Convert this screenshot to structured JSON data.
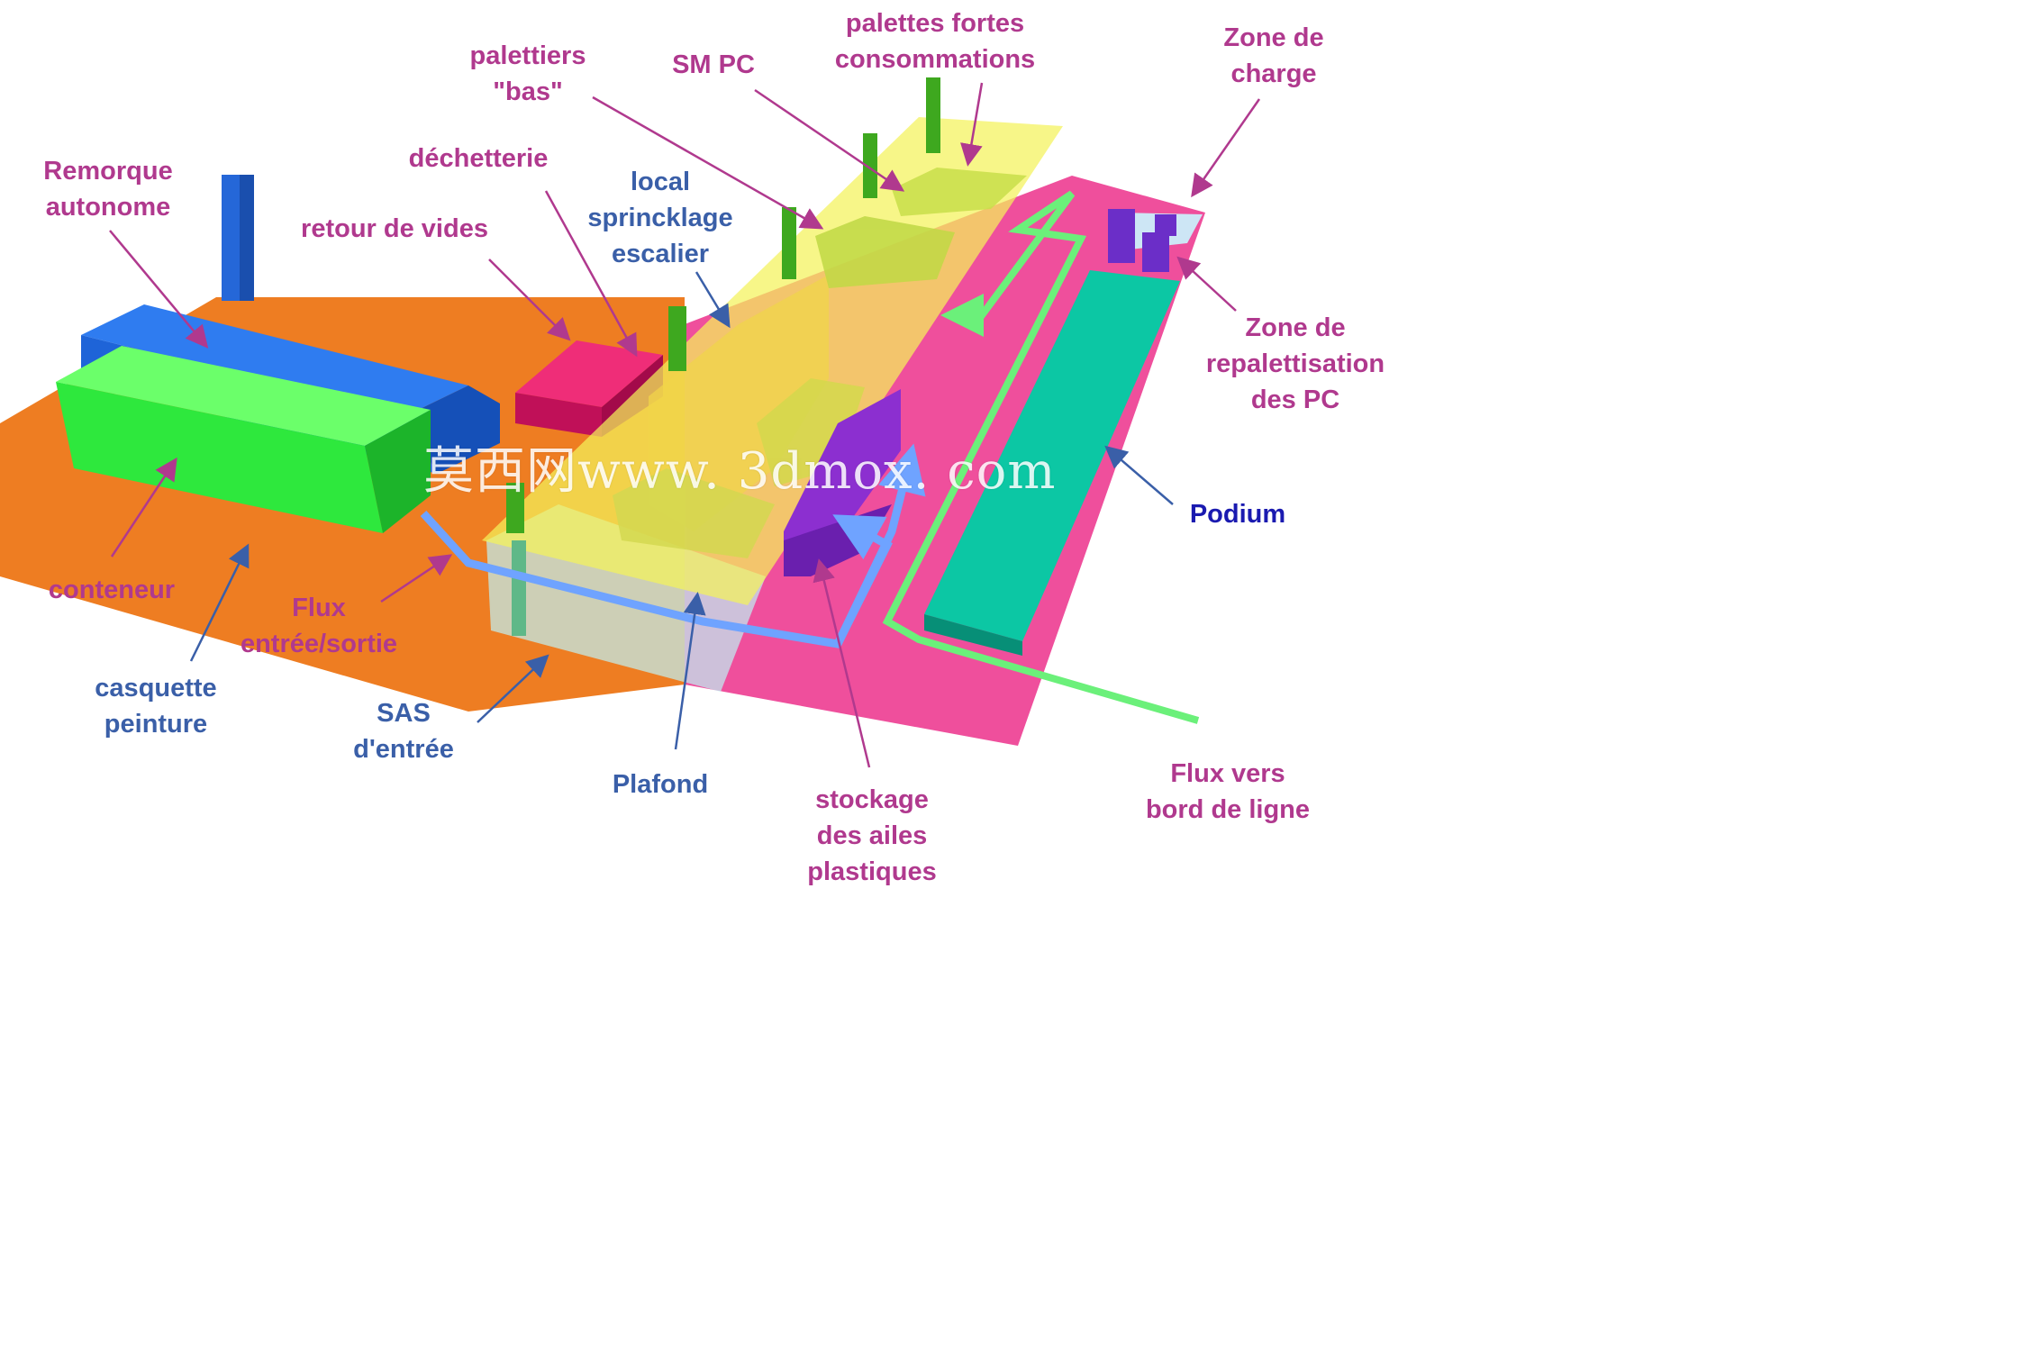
{
  "colors": {
    "magenta_label": "#b0398e",
    "blue_label": "#3a5fa8",
    "podium_label": "#1a1ab0",
    "orange_floor": "#ee7d22",
    "pink_floor": "#ef4f9c",
    "teal_podium": "#0cb79a",
    "green_container": "#2ee83d",
    "blue_casquette": "#1e64d8",
    "crimson_box": "#d81464",
    "yellow_ceiling": "#f4f25a",
    "purple_storage": "#8c2fd0",
    "green_flow": "#6bf07a",
    "blue_flow": "#6fa3ff"
  },
  "labels": {
    "palettes_fortes": {
      "lines": [
        "palettes fortes",
        "consommations"
      ],
      "color": "magenta"
    },
    "zone_charge": {
      "lines": [
        "Zone de",
        "charge"
      ],
      "color": "magenta"
    },
    "palettiers_bas": {
      "lines": [
        "palettiers",
        "\"bas\""
      ],
      "color": "magenta"
    },
    "sm_pc": {
      "lines": [
        "SM PC"
      ],
      "color": "magenta"
    },
    "dechetterie": {
      "lines": [
        "déchetterie"
      ],
      "color": "magenta"
    },
    "remorque": {
      "lines": [
        "Remorque",
        "autonome"
      ],
      "color": "magenta"
    },
    "retour_vides": {
      "lines": [
        "retour de vides"
      ],
      "color": "magenta"
    },
    "local_sprinklage": {
      "lines": [
        "local",
        "sprincklage",
        "escalier"
      ],
      "color": "blue"
    },
    "zone_repalettisation": {
      "lines": [
        "Zone de",
        "repalettisation",
        "des PC"
      ],
      "color": "magenta"
    },
    "podium": {
      "lines": [
        "Podium"
      ],
      "color": "podium"
    },
    "conteneur": {
      "lines": [
        "conteneur"
      ],
      "color": "magenta"
    },
    "flux_entree": {
      "lines": [
        "Flux",
        "entrée/sortie"
      ],
      "color": "magenta"
    },
    "casquette": {
      "lines": [
        "casquette",
        "peinture"
      ],
      "color": "blue"
    },
    "sas": {
      "lines": [
        "SAS",
        "d'entrée"
      ],
      "color": "blue"
    },
    "plafond": {
      "lines": [
        "Plafond"
      ],
      "color": "blue"
    },
    "stockage": {
      "lines": [
        "stockage",
        "des ailes",
        "plastiques"
      ],
      "color": "magenta"
    },
    "flux_vers": {
      "lines": [
        "Flux vers",
        "bord de ligne"
      ],
      "color": "magenta"
    }
  },
  "watermark": "莫西网www. 3dmox. com"
}
